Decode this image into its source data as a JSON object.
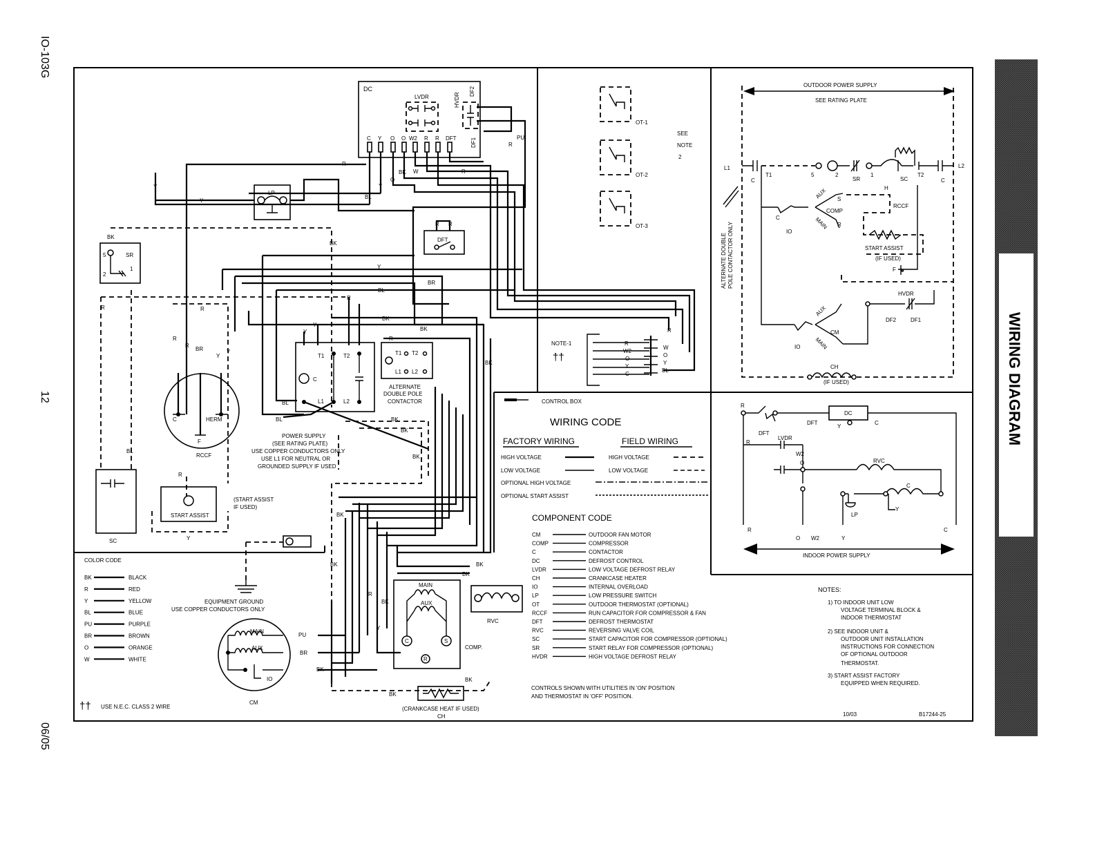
{
  "side": {
    "doc_id": "IO-103G",
    "page_number": "12",
    "date": "06/05",
    "banner_title": "WIRING DIAGRAM"
  },
  "wire_labels": {
    "R": "R",
    "Y": "Y",
    "BL": "BL",
    "BK": "BK",
    "BR": "BR",
    "PU": "PU",
    "W": "W",
    "O": "O",
    "C": "C",
    "F": "F"
  },
  "defrost_control": {
    "title": "DC",
    "lvdr": "LVDR",
    "hvdr": "HVDR",
    "df2": "DF2",
    "df1": "DF1",
    "terminals": [
      "C",
      "Y",
      "O",
      "O",
      "W2",
      "R",
      "R",
      "DFT"
    ]
  },
  "components": {
    "lp": "LP",
    "sr": "SR",
    "dft": "DFT",
    "rccf": "RCCF",
    "herm": "HERM",
    "sc": "SC",
    "start_assist": "START ASSIST",
    "start_assist_note": [
      "(START ASSIST",
      "IF USED)"
    ],
    "t1": "T1",
    "t2": "T2",
    "l1": "L1",
    "l2": "L2",
    "c": "C",
    "alt_contactor": [
      "ALTERNATE",
      "DOUBLE POLE",
      "CONTACTOR"
    ],
    "power_supply_note": [
      "POWER SUPPLY",
      "(SEE RATING PLATE)",
      "USE COPPER CONDUCTORS ONLY",
      "USE L1 FOR NEUTRAL OR",
      "GROUNDED SUPPLY IF USED"
    ],
    "equipment_ground": [
      "EQUIPMENT GROUND",
      "USE COPPER CONDUCTORS ONLY"
    ],
    "cm": "CM",
    "io": "IO",
    "main": "MAIN",
    "aux": "AUX",
    "comp": "COMP.",
    "rvc": "RVC",
    "crankcase": [
      "(CRANKCASE HEAT IF USED)",
      "CH"
    ],
    "ot": [
      "OT-1",
      "OT-2",
      "OT-3"
    ],
    "see_note": [
      "SEE",
      "NOTE",
      "2"
    ],
    "note1": "NOTE-1",
    "dagger": "††",
    "thermo_terms_left": [
      "R",
      "W2",
      "O",
      "Y",
      "C"
    ],
    "thermo_terms_right": [
      "R",
      "W",
      "O",
      "Y",
      "BL"
    ]
  },
  "color_code": {
    "title": "COLOR CODE",
    "items": [
      {
        "code": "BK",
        "name": "BLACK"
      },
      {
        "code": "R",
        "name": "RED"
      },
      {
        "code": "Y",
        "name": "YELLOW"
      },
      {
        "code": "BL",
        "name": "BLUE"
      },
      {
        "code": "PU",
        "name": "PURPLE"
      },
      {
        "code": "BR",
        "name": "BROWN"
      },
      {
        "code": "O",
        "name": "ORANGE"
      },
      {
        "code": "W",
        "name": "WHITE"
      }
    ],
    "footnote": "USE N.E.C. CLASS 2 WIRE"
  },
  "wiring_code": {
    "control_box": "CONTROL BOX",
    "title": "WIRING CODE",
    "factory": "FACTORY WIRING",
    "field": "FIELD WIRING",
    "factory_high": "HIGH VOLTAGE",
    "factory_low": "LOW VOLTAGE",
    "field_high": "HIGH VOLTAGE",
    "field_low": "LOW VOLTAGE",
    "opt_high": "OPTIONAL HIGH VOLTAGE",
    "opt_start": "OPTIONAL START ASSIST"
  },
  "component_code": {
    "title": "COMPONENT CODE",
    "items": [
      {
        "code": "CM",
        "name": "OUTDOOR FAN MOTOR"
      },
      {
        "code": "COMP",
        "name": "COMPRESSOR"
      },
      {
        "code": "C",
        "name": "CONTACTOR"
      },
      {
        "code": "DC",
        "name": "DEFROST CONTROL"
      },
      {
        "code": "LVDR",
        "name": "LOW VOLTAGE DEFROST RELAY"
      },
      {
        "code": "CH",
        "name": "CRANKCASE HEATER"
      },
      {
        "code": "IO",
        "name": "INTERNAL OVERLOAD"
      },
      {
        "code": "LP",
        "name": "LOW PRESSURE SWITCH"
      },
      {
        "code": "OT",
        "name": "OUTDOOR THERMOSTAT (OPTIONAL)"
      },
      {
        "code": "RCCF",
        "name": "RUN CAPACITOR FOR COMPRESSOR & FAN"
      },
      {
        "code": "DFT",
        "name": "DEFROST THERMOSTAT"
      },
      {
        "code": "RVC",
        "name": "REVERSING VALVE COIL"
      },
      {
        "code": "SC",
        "name": "START CAPACITOR FOR COMPRESSOR (OPTIONAL)"
      },
      {
        "code": "SR",
        "name": "START RELAY FOR COMPRESSOR (OPTIONAL)"
      },
      {
        "code": "HVDR",
        "name": "HIGH VOLTAGE DEFROST RELAY"
      }
    ],
    "controls_note": [
      "CONTROLS SHOWN WITH UTILITIES IN 'ON' POSITION",
      "AND THERMOSTAT IN 'OFF' POSITION."
    ]
  },
  "notes": {
    "title": "NOTES:",
    "lines": [
      "1) TO INDOOR UNIT LOW",
      "VOLTAGE TERMINAL BLOCK &",
      "INDOOR THERMOSTAT",
      "2) SEE INDOOR UNIT &",
      "OUTDOOR UNIT INSTALLATION",
      "INSTRUCTIONS FOR CONNECTION",
      "OF OPTIONAL OUTDOOR",
      "THERMOSTAT.",
      "3) START ASSIST FACTORY",
      "EQUIPPED WHEN REQUIRED."
    ],
    "rev_date": "10/03",
    "part_no": "B17244-25"
  },
  "ladder_top": {
    "outdoor_power": "OUTDOOR POWER SUPPLY",
    "see_rating": "SEE RATING PLATE",
    "l1": "L1",
    "l2": "L2",
    "c": "C",
    "t1": "T1",
    "t2": "T2",
    "n5": "5",
    "n2": "2",
    "n1": "1",
    "sr": "SR",
    "sc": "SC",
    "h": "H",
    "f": "F",
    "rccf": "RCCF",
    "start_assist": "START ASSIST",
    "if_used": "(IF USED)",
    "aux": "AUX",
    "main": "MAIN",
    "s": "S",
    "r": "R",
    "comp": "COMP",
    "io": "IO",
    "cm": "CM",
    "hvdr": "HVDR",
    "df2": "DF2",
    "df1": "DF1",
    "ch": "CH",
    "ch_if_used": "(IF USED)",
    "alt_note": [
      "ALTERNATE DOUBLE",
      "POLE CONTACTOR ONLY"
    ]
  },
  "ladder_bottom": {
    "r": "R",
    "dft": "DFT",
    "dc": "DC",
    "y": "Y",
    "c": "C",
    "lvdr": "LVDR",
    "w2": "W2",
    "o": "O",
    "rvc": "RVC",
    "lp": "LP",
    "w2b": "W2",
    "indoor_power": "INDOOR POWER SUPPLY"
  }
}
